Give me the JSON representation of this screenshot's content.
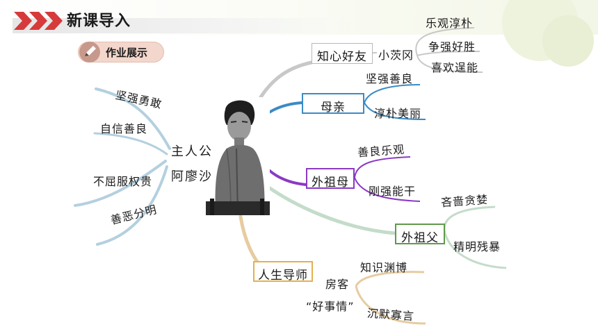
{
  "header": {
    "title": "新课导入",
    "homework_label": "作业展示"
  },
  "center": {
    "line1": "主人公",
    "line2": "阿廖沙"
  },
  "nodes": {
    "friend": "知心好友",
    "friend_name": "小茨冈",
    "mother": "母亲",
    "grandma": "外祖母",
    "grandpa": "外祖父",
    "mentor": "人生导师",
    "mentor_name1": "房客",
    "mentor_name2": "“好事情”"
  },
  "traits": {
    "friend": [
      "乐观淳朴",
      "争强好胜",
      "喜欢逞能"
    ],
    "mother": [
      "坚强善良",
      "淳朴美丽"
    ],
    "grandma": [
      "善良乐观",
      "刚强能干"
    ],
    "grandpa": [
      "吝啬贪婪",
      "精明残暴"
    ],
    "mentor": [
      "知识渊博",
      "沉默寡言"
    ],
    "hero": [
      "坚强勇敢",
      "自信善良",
      "不屈服权贵",
      "善恶分明"
    ]
  },
  "colors": {
    "friend_branch": "#c8c8c8",
    "mother_branch": "#3a8bc4",
    "grandma_branch": "#8a3ac4",
    "grandpa_branch": "#8cc0a4",
    "mentor_branch": "#ddb880",
    "hero_branch": "#8ab4cc",
    "friend_border": "#b8b8b8",
    "mother_border": "#3a8bc4",
    "grandma_border": "#8a3ac4",
    "grandpa_border": "#5f9a4a",
    "mentor_border": "#e4b050"
  },
  "icons": {
    "chevrons": "triple-chevron-right-icon",
    "pencil": "pencil-icon"
  }
}
